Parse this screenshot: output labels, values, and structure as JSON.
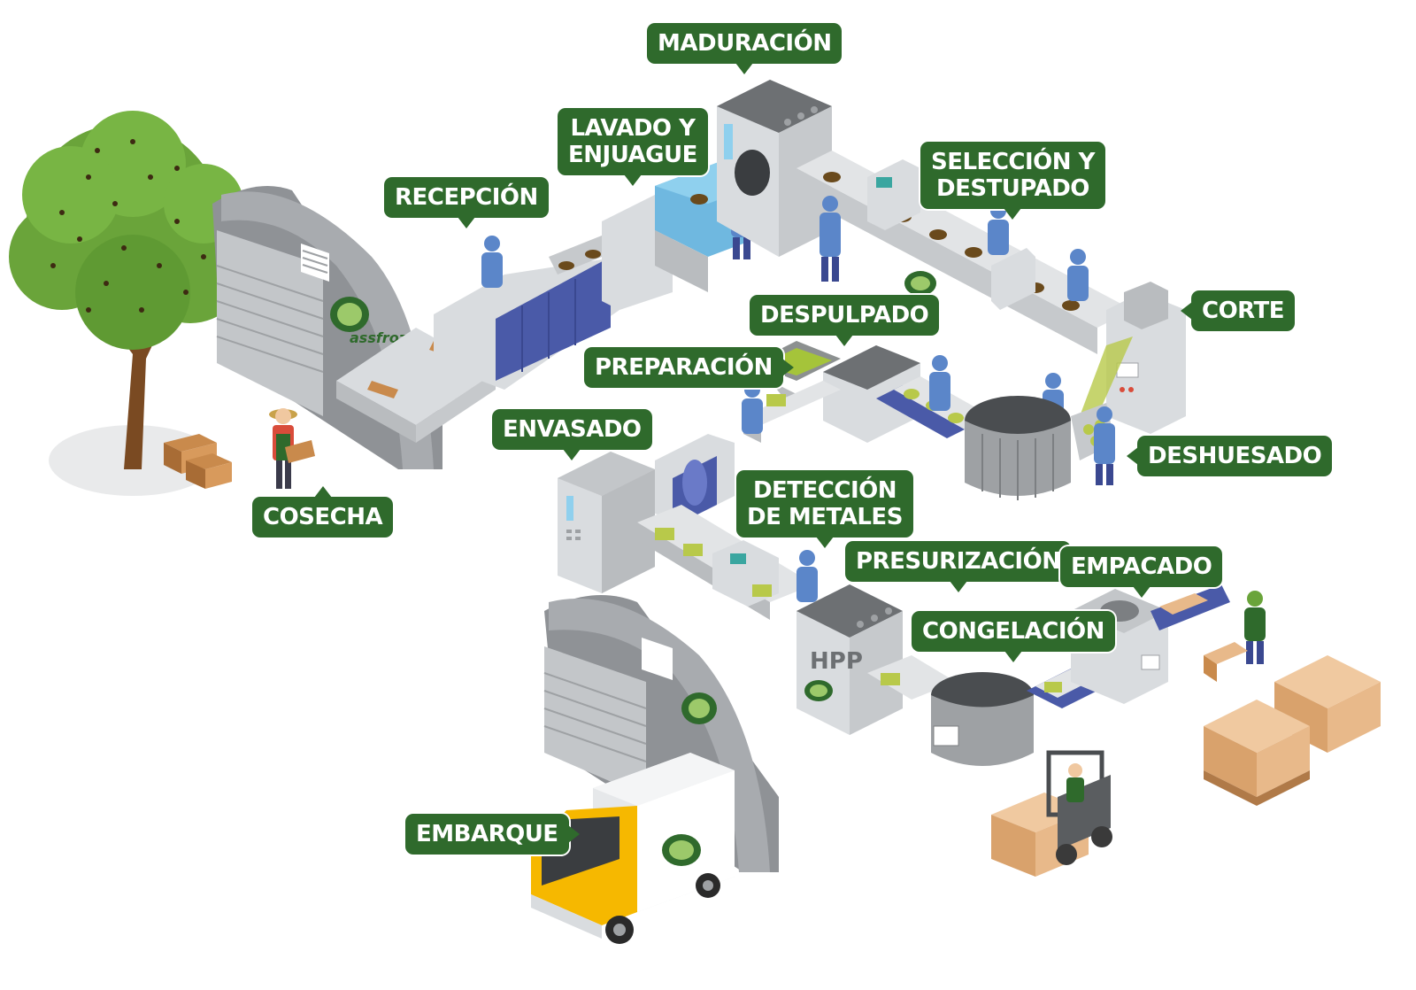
{
  "colors": {
    "label_bg": "#2f6a2c",
    "label_text": "#ffffff",
    "building": "#9ea1a4",
    "machine": "#d9dcdf",
    "belt": "#4a5aa8",
    "worker": "#5b86c9",
    "avocado": "#6a4a1c",
    "pulp": "#b8c94a",
    "truck_cab": "#f6b800",
    "box": "#e8b98a",
    "tree": "#6aa43a"
  },
  "brand": "assfroz",
  "machine_text": "HPP",
  "steps": {
    "cosecha": "COSECHA",
    "recepcion": "RECEPCIÓN",
    "lavado": "LAVADO Y\nENJUAGUE",
    "maduracion": "MADURACIÓN",
    "seleccion": "SELECCIÓN Y\nDESTUPADO",
    "corte": "CORTE",
    "deshuesado": "DESHUESADO",
    "despulpado": "DESPULPADO",
    "preparacion": "PREPARACIÓN",
    "envasado": "ENVASADO",
    "deteccion": "DETECCIÓN\nDE METALES",
    "presurizacion": "PRESURIZACIÓN",
    "congelacion": "CONGELACIÓN",
    "empacado": "EMPACADO",
    "embarque": "EMBARQUE"
  }
}
